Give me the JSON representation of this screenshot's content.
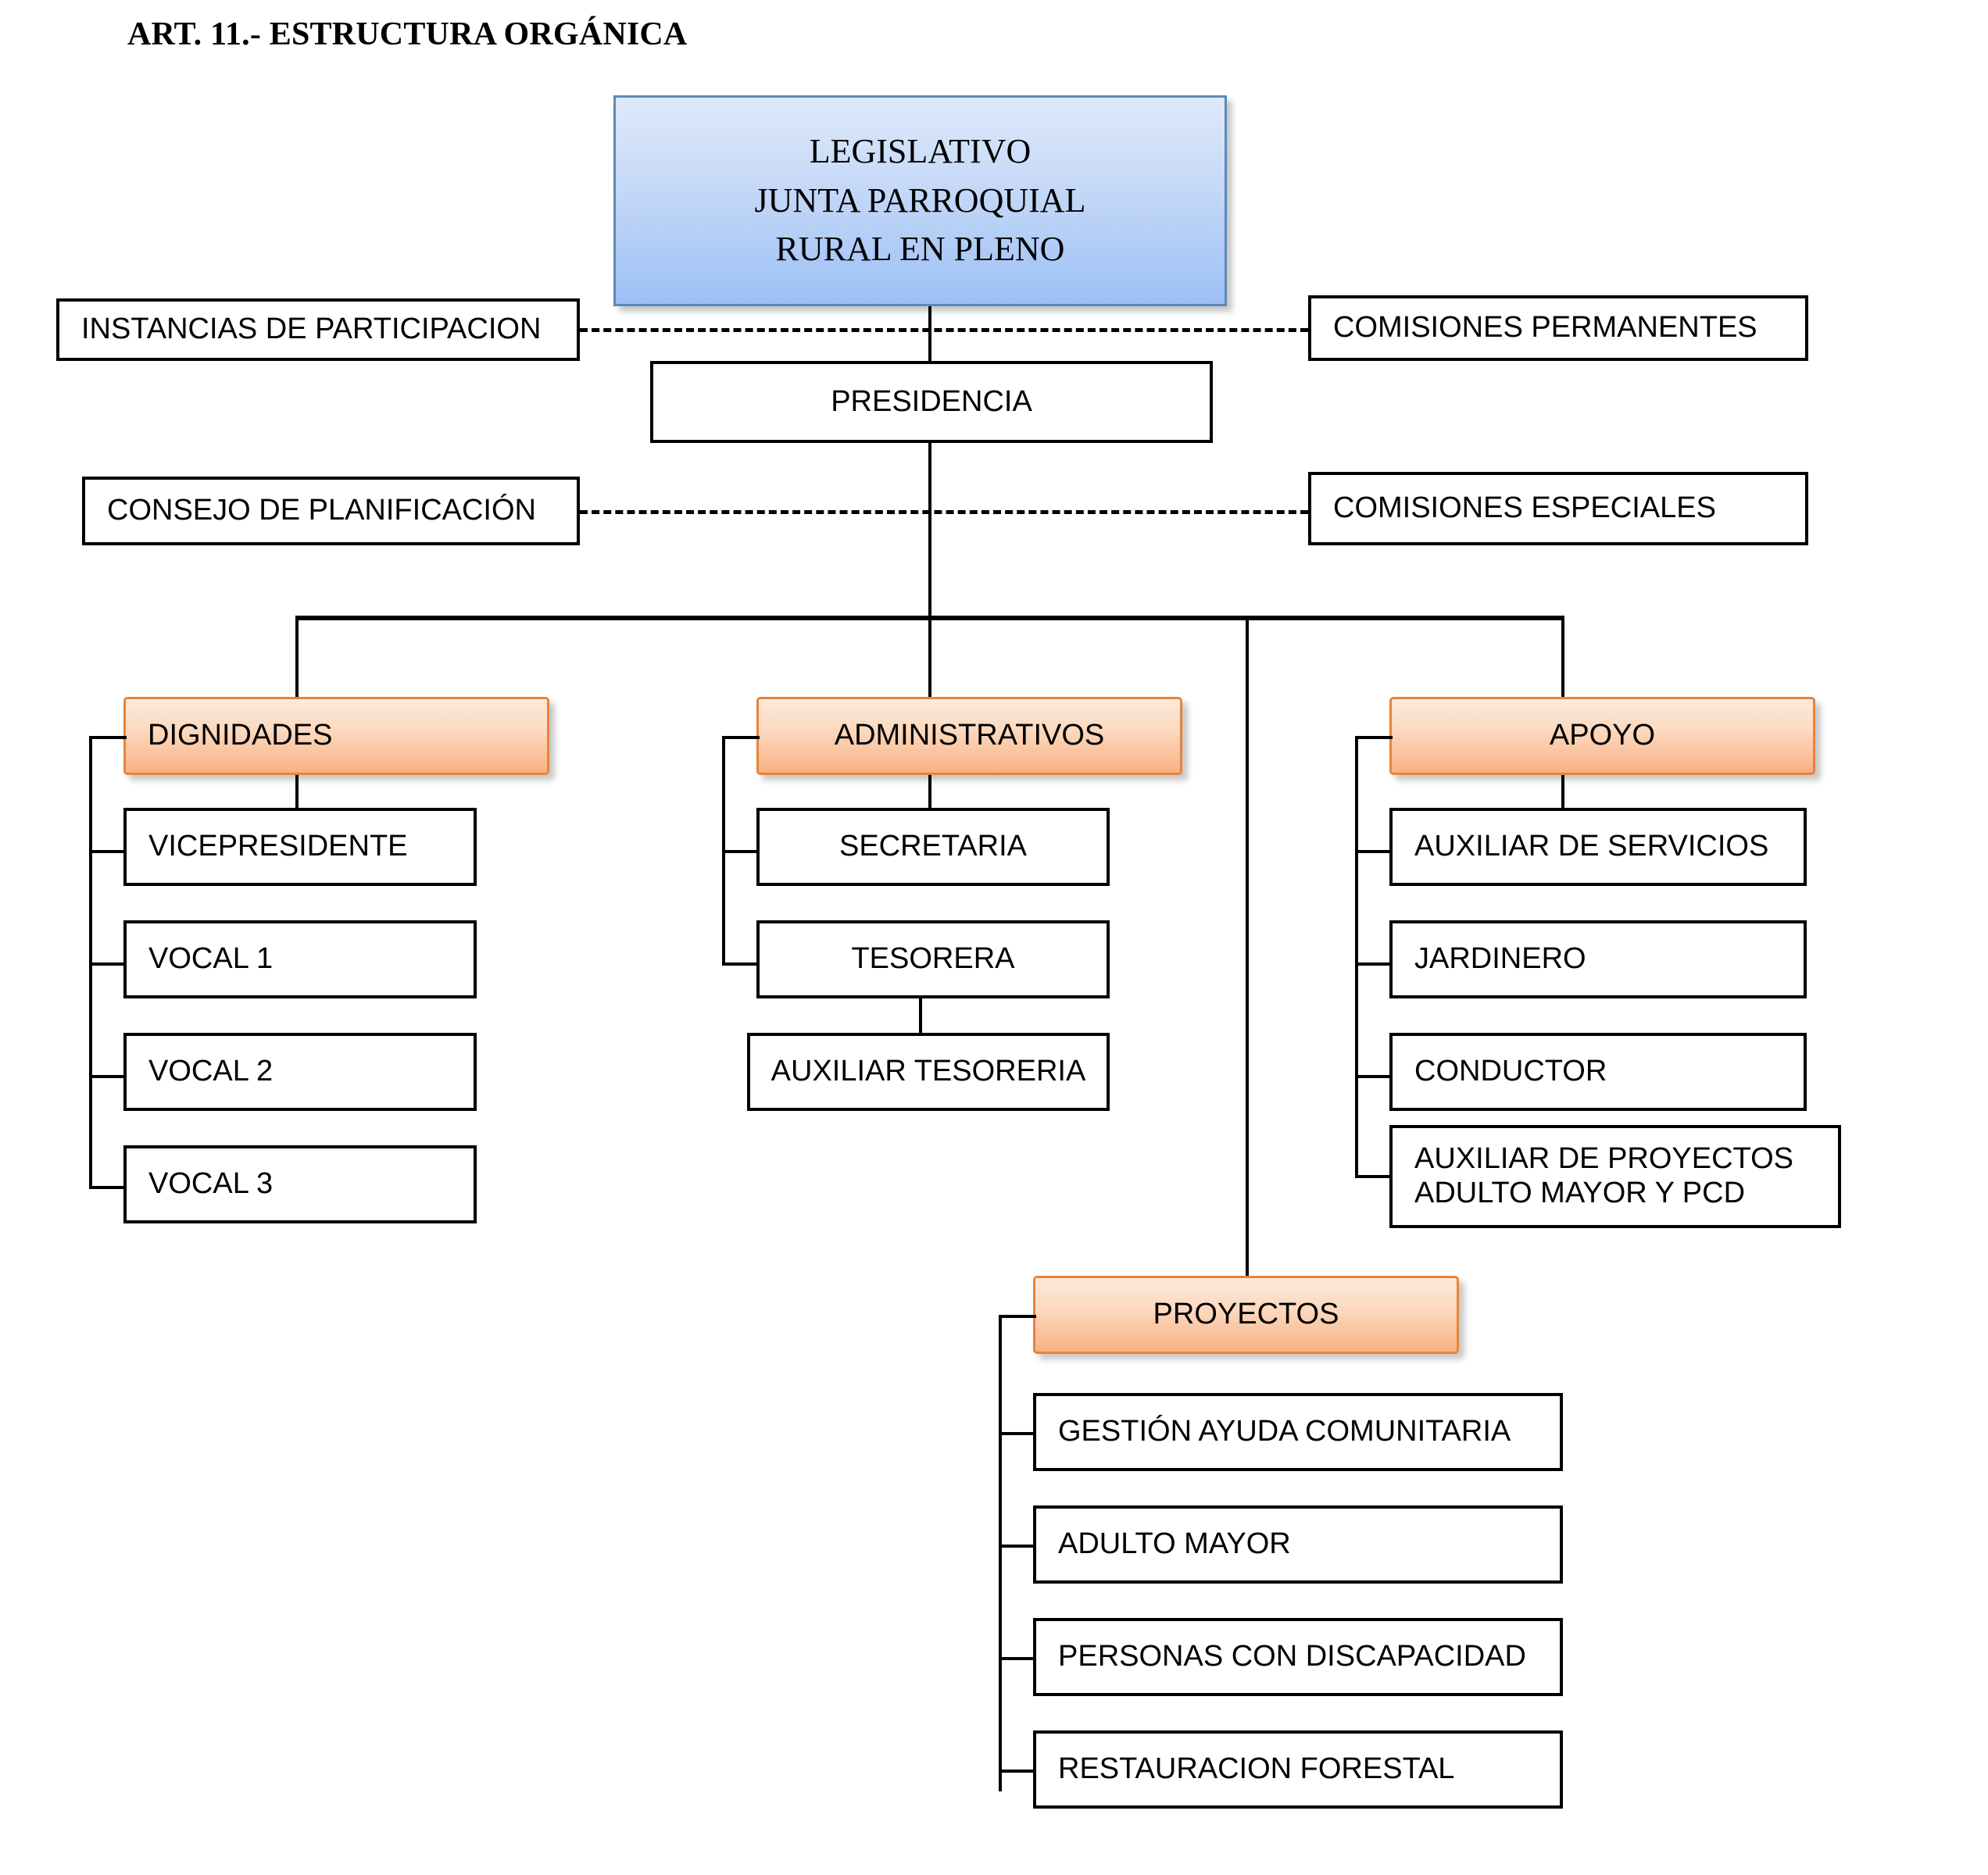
{
  "title": "ART. 11.- ESTRUCTURA ORGÁNICA",
  "colors": {
    "blue_node_top": "#dfe9fb",
    "blue_node_bottom": "#9dc0f5",
    "blue_node_border": "#5b8ab8",
    "orange_node_top": "#fdeadb",
    "orange_node_bottom": "#f9b183",
    "orange_node_border": "#e8833a",
    "line": "#000000",
    "box_border": "#000000"
  },
  "nodes": {
    "root": {
      "lines": [
        "LEGISLATIVO",
        "JUNTA PARROQUIAL",
        "RURAL EN PLENO"
      ]
    },
    "presidencia": {
      "label": "PRESIDENCIA"
    },
    "instancias": {
      "label": "INSTANCIAS DE PARTICIPACION"
    },
    "comisiones_permanentes": {
      "label": "COMISIONES PERMANENTES"
    },
    "consejo": {
      "label": "CONSEJO DE PLANIFICACIÓN"
    },
    "comisiones_especiales": {
      "label": "COMISIONES ESPECIALES"
    }
  },
  "groups": [
    {
      "key": "dignidades",
      "header": "DIGNIDADES",
      "items": [
        "VICEPRESIDENTE",
        "VOCAL 1",
        "VOCAL 2",
        "VOCAL 3"
      ]
    },
    {
      "key": "administrativos",
      "header": "ADMINISTRATIVOS",
      "items": [
        "SECRETARIA",
        "TESORERA"
      ],
      "sub": [
        "AUXILIAR TESORERIA"
      ]
    },
    {
      "key": "apoyo",
      "header": "APOYO",
      "items": [
        "AUXILIAR DE SERVICIOS",
        "JARDINERO",
        "CONDUCTOR"
      ],
      "item_two_line": [
        "AUXILIAR DE PROYECTOS",
        "ADULTO MAYOR Y PCD"
      ]
    },
    {
      "key": "proyectos",
      "header": "PROYECTOS",
      "items": [
        "GESTIÓN AYUDA COMUNITARIA",
        "ADULTO MAYOR",
        "PERSONAS CON DISCAPACIDAD",
        "RESTAURACION FORESTAL"
      ]
    }
  ]
}
